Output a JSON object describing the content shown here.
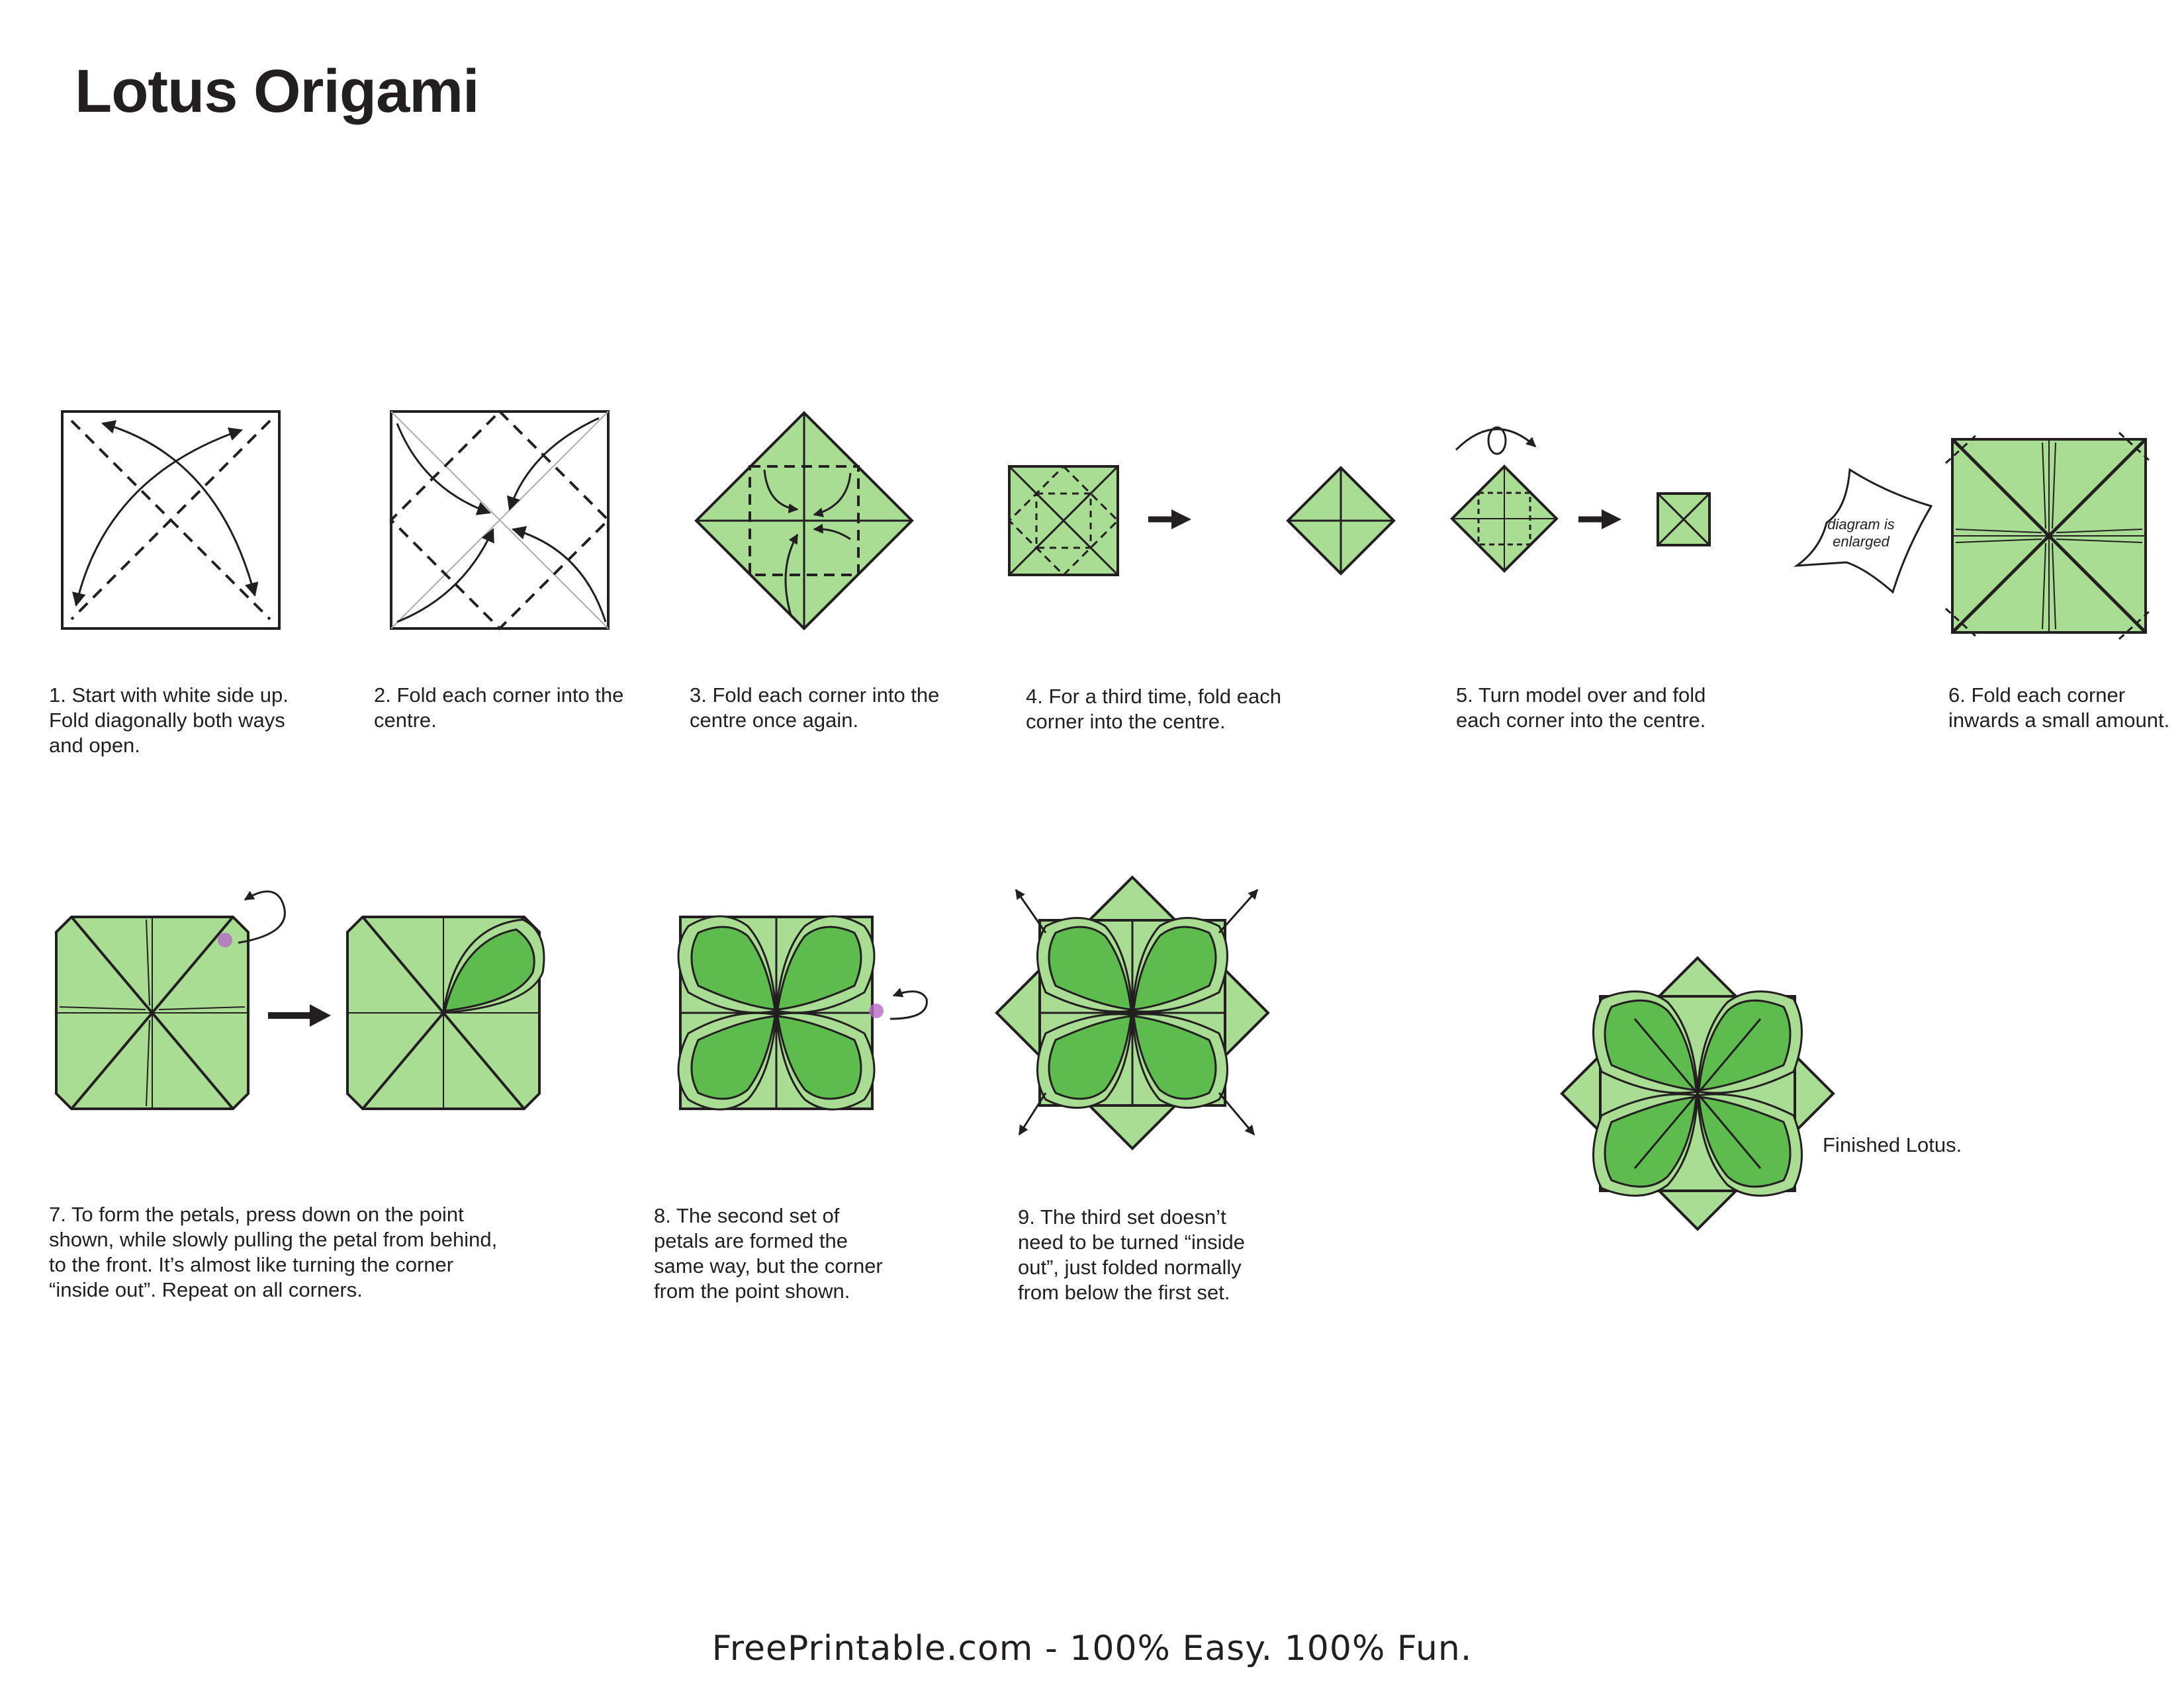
{
  "title": "Lotus Origami",
  "colors": {
    "paper_light": "#a8dd93",
    "petal_dark": "#5ebc4f",
    "line": "#231f20",
    "marker": "#b36bc7"
  },
  "steps": [
    {
      "id": "1",
      "text": "1.  Start with white side up.\nFold diagonally both ways\nand open."
    },
    {
      "id": "2",
      "text": "2.  Fold each corner into the\ncentre."
    },
    {
      "id": "3",
      "text": "3.  Fold each corner into the\ncentre once again."
    },
    {
      "id": "4",
      "text": "4.  For a third time, fold each\ncorner into the centre."
    },
    {
      "id": "5",
      "text": "5.  Turn model over and fold\neach corner into the centre."
    },
    {
      "id": "6",
      "text": "6.  Fold each corner\ninwards a small amount."
    },
    {
      "id": "7",
      "text": "7.  To form the petals, press down on the point\nshown, while slowly pulling the petal from behind,\nto the front. It’s almost like turning the corner\n“inside out”. Repeat on all corners."
    },
    {
      "id": "8",
      "text": "8.  The second set of\npetals are formed the\nsame way, but the corner\nfrom the point shown."
    },
    {
      "id": "9",
      "text": "9.  The third set doesn’t\nneed to be turned “inside\nout”, just folded normally\nfrom below the first set."
    }
  ],
  "enlarged_note": {
    "line1": "diagram is",
    "line2": "enlarged"
  },
  "finished_label": "Finished Lotus.",
  "footer": "FreePrintable.com - 100% Easy. 100% Fun."
}
